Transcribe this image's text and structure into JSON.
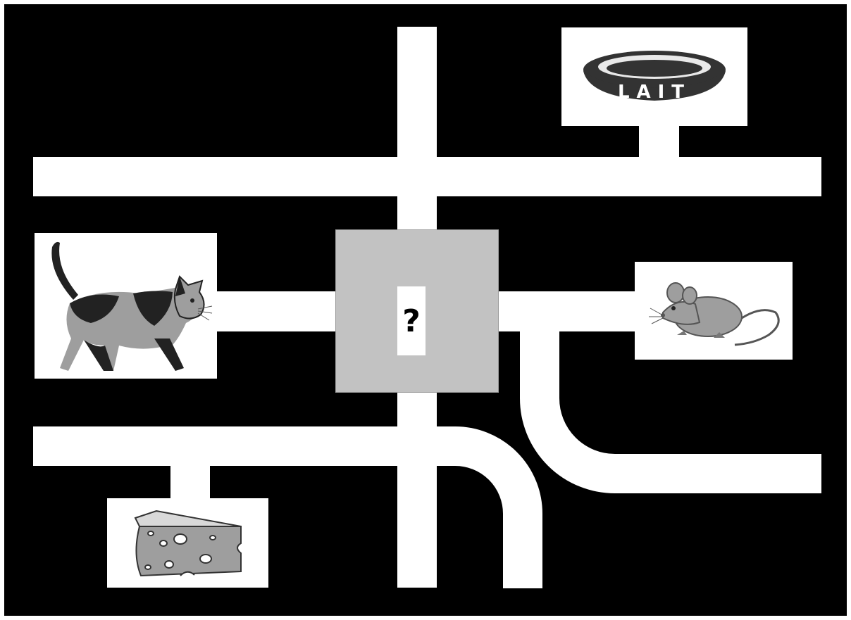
{
  "puzzle": {
    "center_label": "?",
    "bowl_label": "LAIT",
    "items": [
      {
        "name": "milk-bowl",
        "label": "LAIT"
      },
      {
        "name": "cat"
      },
      {
        "name": "mouse"
      },
      {
        "name": "cheese"
      }
    ]
  },
  "colors": {
    "background": "#000000",
    "path": "#ffffff",
    "center_box": "#c2c2c2",
    "center_box_border": "#9a9a9a",
    "animal_gray": "#9e9e9e",
    "dark": "#222222"
  }
}
